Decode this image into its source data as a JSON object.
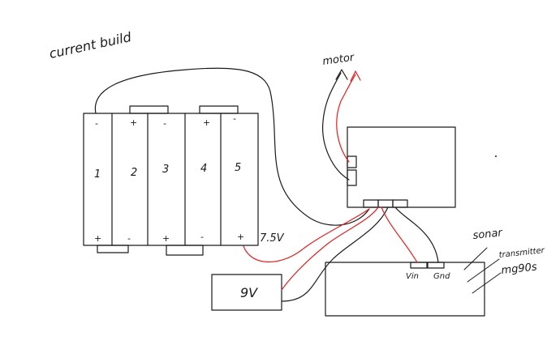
{
  "labels": {
    "title": "current build",
    "motor": "motor",
    "voltage": "7.5V",
    "battery_9v": "9V",
    "vin": "Vin",
    "gnd": "Gnd",
    "sonar": "sonar",
    "transmitter": "transmitter",
    "servo": "mg90s"
  },
  "cells": [
    {
      "number": "1",
      "top": "-",
      "bottom": "+"
    },
    {
      "number": "2",
      "top": "+",
      "bottom": "-"
    },
    {
      "number": "3",
      "top": "-",
      "bottom": "+"
    },
    {
      "number": "4",
      "top": "+",
      "bottom": "-"
    },
    {
      "number": "5",
      "top": "-",
      "bottom": "+"
    }
  ],
  "colors": {
    "ink": "#1a1a1a",
    "positive_wire": "#e02020",
    "negative_wire": "#1a1a1a",
    "background": "#ffffff"
  }
}
